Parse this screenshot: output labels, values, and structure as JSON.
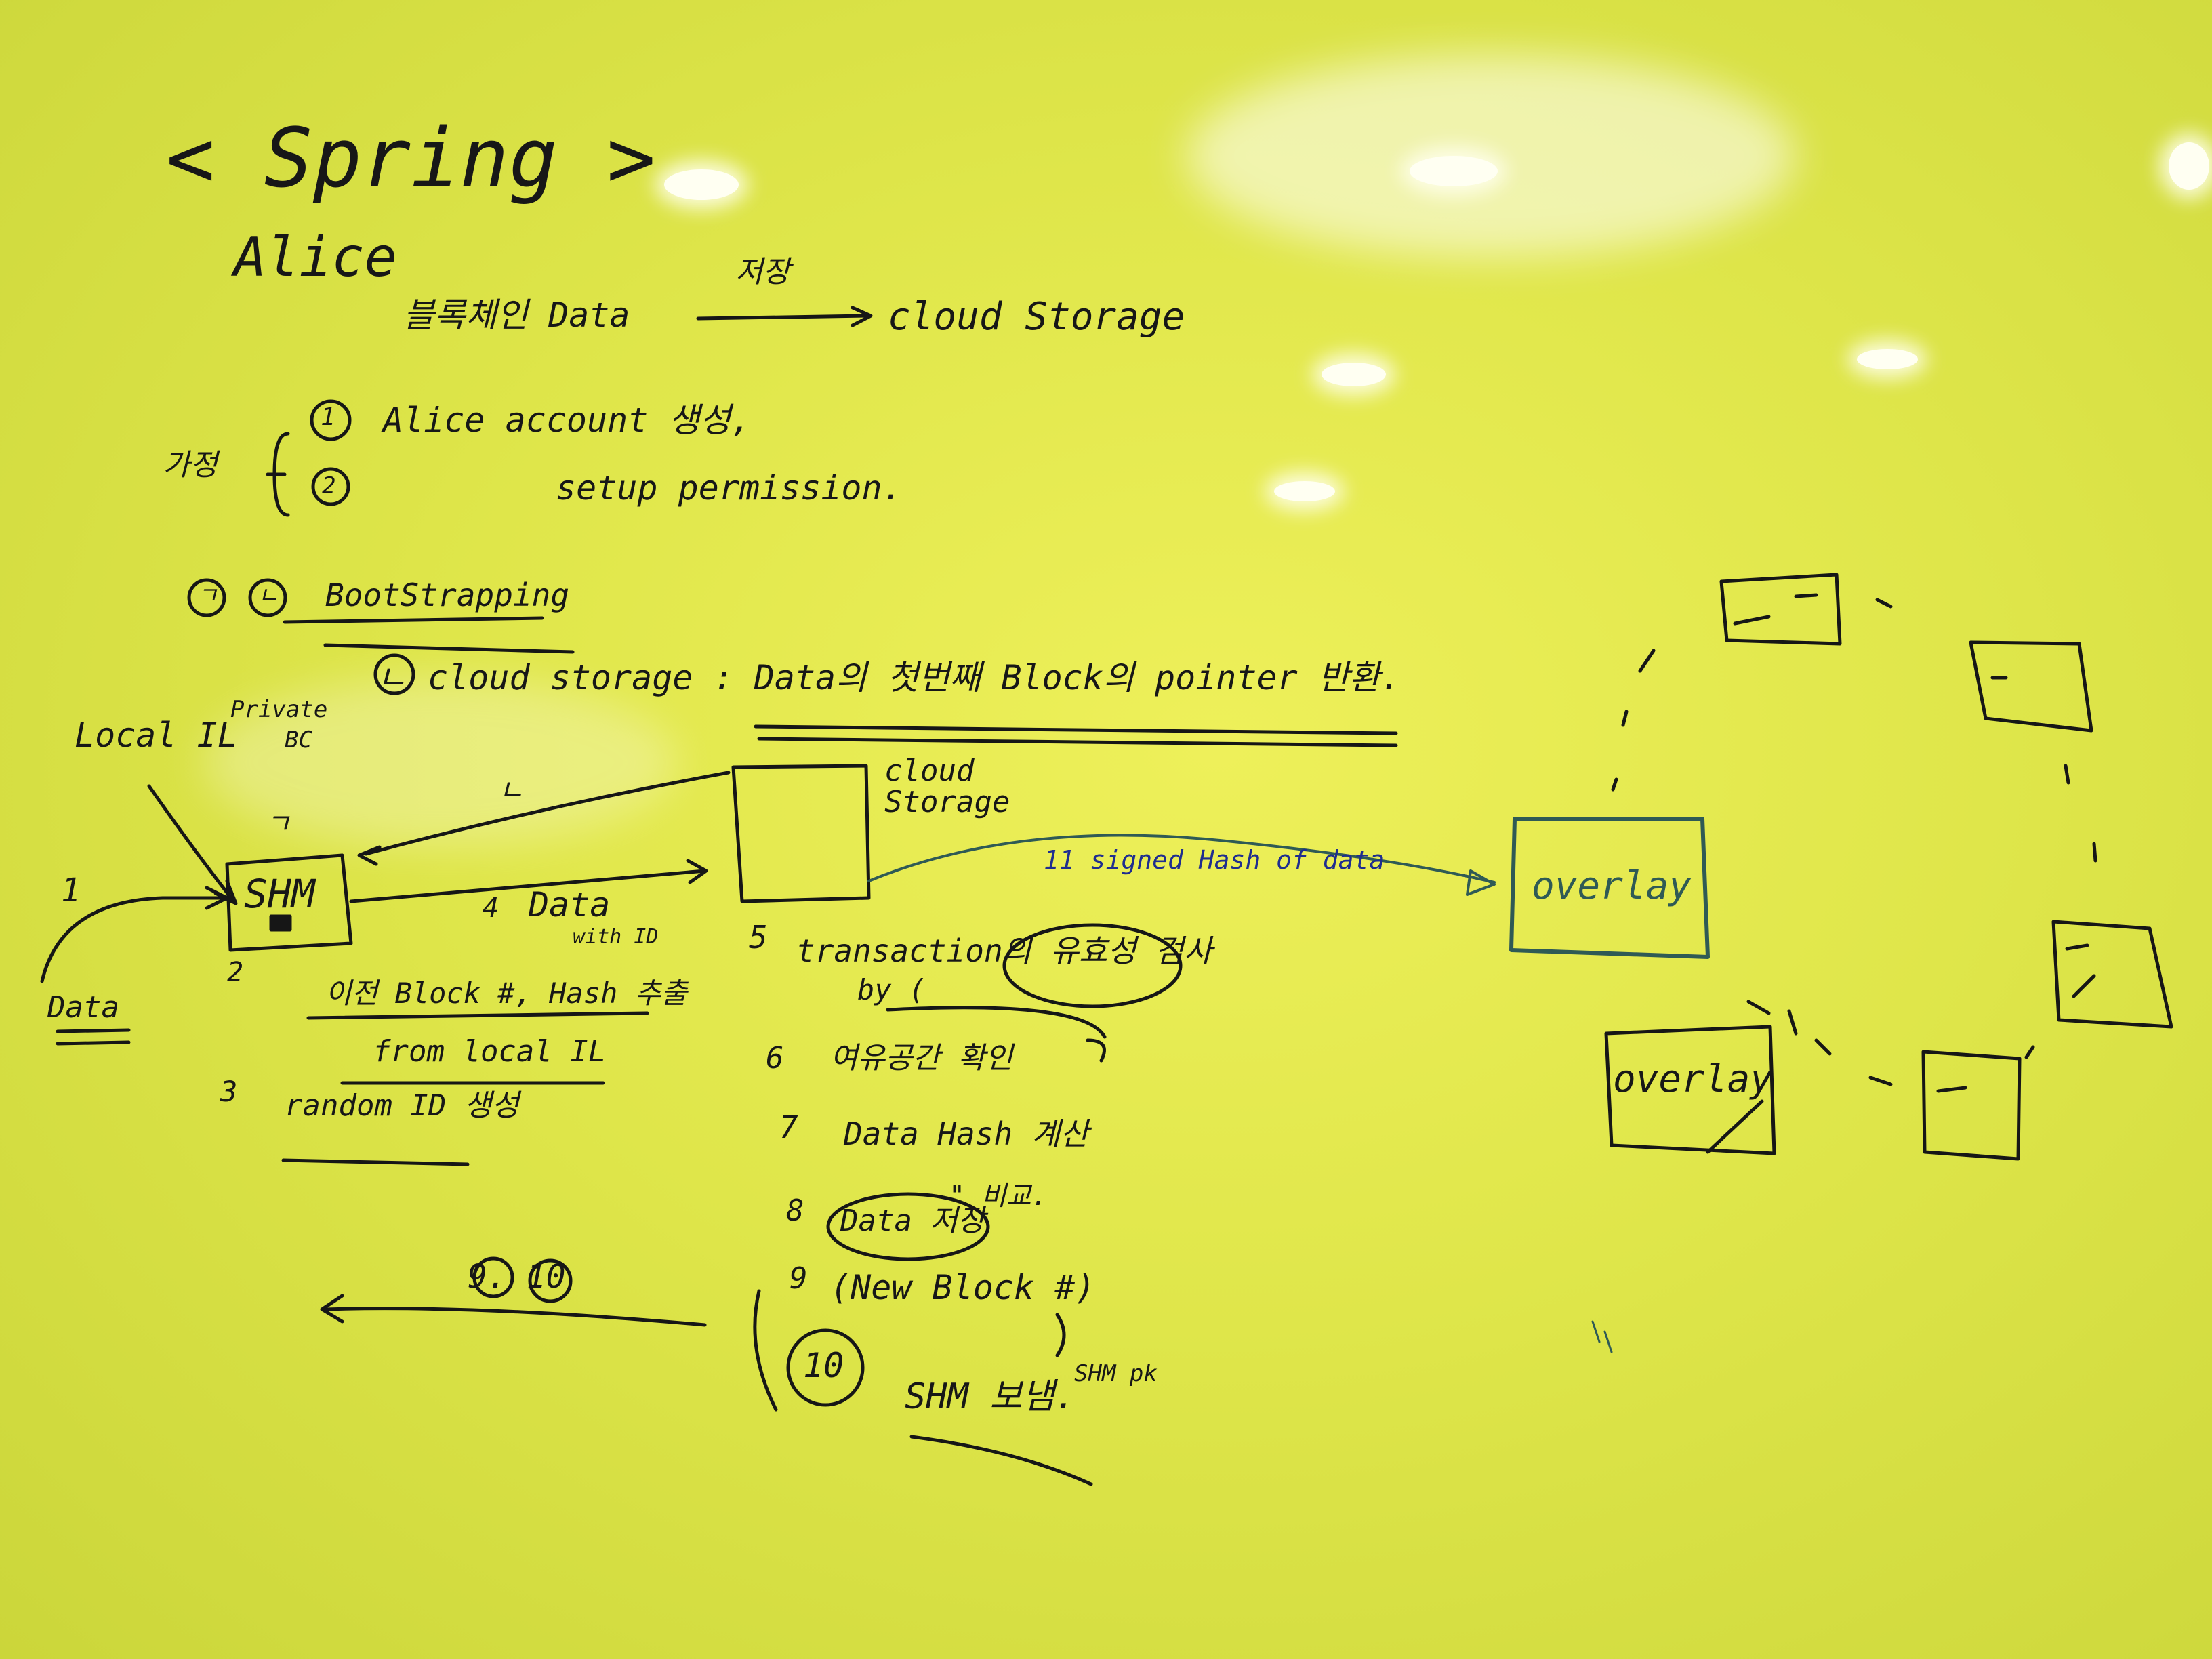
{
  "whiteboard": {
    "title": "< Spring >",
    "actor": "Alice",
    "scenario": {
      "subject": "블록체인 Data",
      "arrow_label": "저장",
      "target": "cloud Storage"
    },
    "assumptions": {
      "label": "가정",
      "items": [
        {
          "marker": "1",
          "text": "Alice account 생성,"
        },
        {
          "marker": "2",
          "text": "setup permission."
        }
      ]
    },
    "bootstrapping": {
      "markers": [
        "ㄱ",
        "ㄴ"
      ],
      "title": "BootStrapping",
      "note": "ㄴ cloud storage : Data의 첫번째 Block의 pointer 반환."
    },
    "local_label": "Local IL",
    "private_label": "Private",
    "bc_label": "BC",
    "shm_label": "SHM",
    "cloud_label": "cloud Storage",
    "data_label": "Data",
    "arrows": {
      "step_l": "ㄴ",
      "step_4": "4",
      "data_with": "Data",
      "with_id": "with ID",
      "step_1": "1",
      "step_g": "ㄱ"
    },
    "left_steps": [
      {
        "marker": "2",
        "text": "이전 Block #, Hash 추출"
      },
      {
        "marker": "",
        "text": "from local IL"
      },
      {
        "marker": "3",
        "text": "random ID 생성"
      }
    ],
    "right_steps": [
      {
        "marker": "5",
        "text": "transaction의 유효성 검사"
      },
      {
        "marker": "",
        "text": "by ("
      },
      {
        "marker": "6",
        "text": "여유공간 확인"
      },
      {
        "marker": "7",
        "text": "Data Hash 계산"
      },
      {
        "marker": "",
        "text": "\" 비교."
      },
      {
        "marker": "8",
        "text": "Data 저장"
      },
      {
        "marker": "9",
        "text": "(New Block #)"
      },
      {
        "marker": "10",
        "text": "SHM 보냄."
      }
    ],
    "shm_pk": "SHM pk",
    "return_label": "9. 10",
    "signed_hash": "11 signed Hash of data",
    "overlay_main": "overlay",
    "overlay_second": "overlay"
  }
}
